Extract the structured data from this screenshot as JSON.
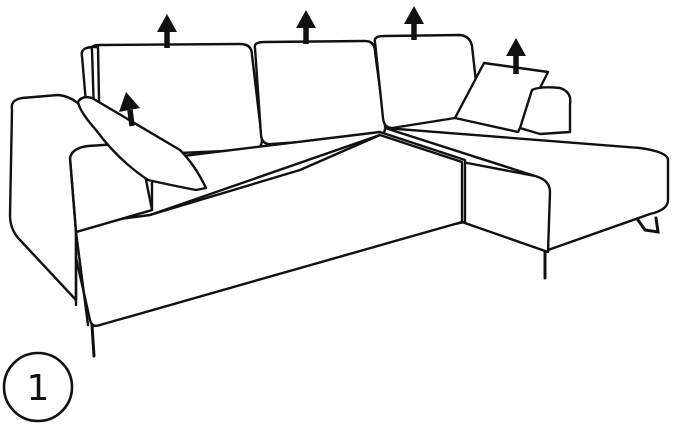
{
  "step": {
    "number": "1"
  },
  "instruction": {
    "action": "remove-cushions",
    "arrow_count": 5,
    "arrow_direction": "up"
  }
}
